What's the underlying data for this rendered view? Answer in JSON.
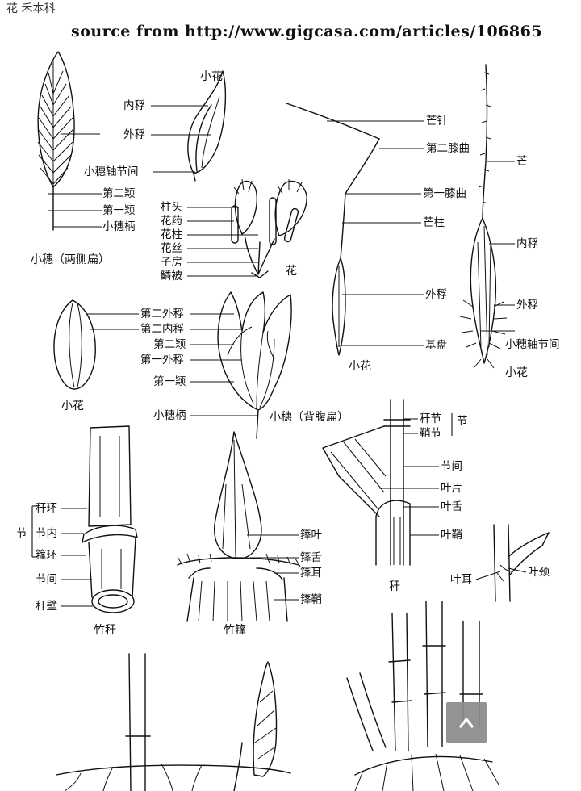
{
  "header": {
    "category": "花 禾本科"
  },
  "source_text": "source from http://www.gigcasa.com/articles/106865",
  "figures": {
    "spikelet_lateral": {
      "caption": "小穗（两侧扁）",
      "labels": [
        "第二颖",
        "第一颖",
        "小穗柄"
      ]
    },
    "floret_top": {
      "title": "小花",
      "labels": [
        "内稃",
        "外稃",
        "小穗轴节间"
      ]
    },
    "flower": {
      "caption": "花",
      "labels": [
        "柱头",
        "花药",
        "花柱",
        "花丝",
        "子房",
        "鳞被"
      ]
    },
    "awned_floret": {
      "caption": "小花",
      "labels": [
        "芒针",
        "第二膝曲",
        "第一膝曲",
        "芒柱",
        "外稃",
        "基盘"
      ]
    },
    "awned_floret_right": {
      "caption": "小花",
      "labels": [
        "芒",
        "内稃",
        "外稃",
        "小穗轴节间"
      ]
    },
    "floret_small": {
      "caption": "小花"
    },
    "spikelet_dorsal": {
      "caption": "小穗（背腹扁）",
      "labels": [
        "第二外稃",
        "第二内稃",
        "第二颖",
        "第一外稃",
        "第一颖",
        "小穗柄"
      ]
    },
    "bamboo_culm": {
      "caption": "竹秆",
      "node_label": "节",
      "labels": [
        "秆环",
        "节内",
        "箨环",
        "节间",
        "秆壁"
      ]
    },
    "bamboo_sheath": {
      "caption": "竹箨",
      "labels": [
        "箨叶",
        "箨舌",
        "箨耳",
        "箨鞘"
      ]
    },
    "grass_culm": {
      "caption": "秆",
      "node_label": "节",
      "labels": [
        "秆节",
        "鞘节",
        "节间",
        "叶片",
        "叶舌",
        "叶鞘"
      ]
    },
    "auricle_detail": {
      "labels": [
        "叶耳",
        "叶颈"
      ]
    }
  },
  "scroll_top_button": {
    "icon": "chevron-up-icon"
  }
}
